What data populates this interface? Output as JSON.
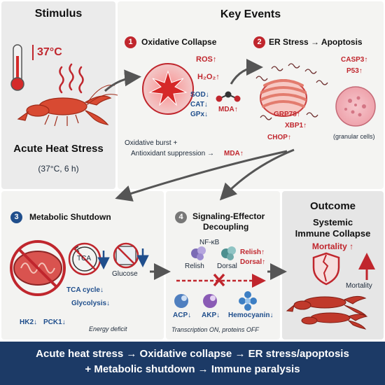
{
  "stimulus": {
    "title": "Stimulus",
    "temperature": "37°C",
    "main_label": "Acute Heat Stress",
    "sub_label": "(37°C, 6 h)"
  },
  "key_events": {
    "title": "Key Events",
    "step1": {
      "number": "1",
      "title": "Oxidative Collapse",
      "ros": "ROS↑",
      "h2o2": "H₂O₂↑",
      "sod": "SOD↓",
      "cat": "CAT↓",
      "gpx": "GPx↓",
      "mda": "MDA↑",
      "note_line1": "Oxidative burst +",
      "note_line2": "Antioxidant suppression →",
      "note_mda": "MDA↑"
    },
    "step2": {
      "number": "2",
      "title": "ER Stress → Apoptosis",
      "casp3": "CASP3↑",
      "p53": "P53↑",
      "grp78": "GRP78↑",
      "xbp1": "XBP1↑",
      "chop": "CHOP↑",
      "granular": "(granular cells)"
    }
  },
  "metabolic": {
    "number": "3",
    "title": "Metabolic Shutdown",
    "tca_label": "TCA",
    "glucose": "Glucose",
    "tca_cycle": "TCA cycle↓",
    "glycolysis": "Glycolysis↓",
    "hk2": "HK2↓",
    "pck1": "PCK1↓",
    "energy_deficit": "Energy deficit"
  },
  "signaling": {
    "number": "4",
    "title_line1": "Signaling-Effector",
    "title_line2": "Decoupling",
    "nfkb": "NF-κB",
    "relish": "Relish",
    "dorsal": "Dorsal",
    "relish_up": "Relish↑",
    "dorsal_up": "Dorsal↑",
    "acp": "ACP↓",
    "akp": "AKP↓",
    "hemocyanin": "Hemocyanin↓",
    "note": "Transcription ON, proteins OFF"
  },
  "outcome": {
    "title": "Outcome",
    "line1": "Systemic",
    "line2": "Immune Collapse",
    "mortality": "Mortality ↑",
    "mortality_label": "Mortality"
  },
  "footer": {
    "line1": "Acute heat stress → Oxidative collapse → ER stress/apoptosis",
    "line2": "+ Metabolic shutdown → Immune paralysis"
  },
  "colors": {
    "accent_red": "#c0262d",
    "accent_blue": "#1f4e8c",
    "footer_bg": "#1c3a66",
    "panel_bg": "#f2f2f0",
    "stimulus_bg": "#ebebeb"
  }
}
